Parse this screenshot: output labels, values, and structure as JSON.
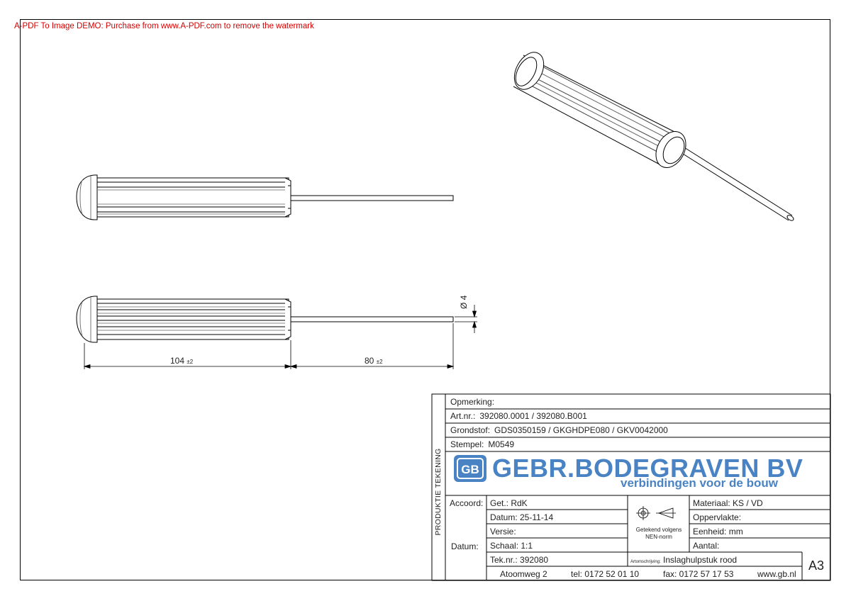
{
  "watermark": "A-PDF To Image DEMO: Purchase from www.A-PDF.com to remove the watermark",
  "dimensions": {
    "d1_value": "104",
    "d1_tol": "±2",
    "d2_value": "80",
    "d2_tol": "±2",
    "diameter": "Ø 4"
  },
  "title_block": {
    "vertical_label": "PRODUKTIE TEKENING",
    "opmerking": "Opmerking:",
    "artnr_label": "Art.nr.:",
    "artnr_value": "392080.0001 / 392080.B001",
    "grondstof_label": "Grondstof:",
    "grondstof_value": "GDS0350159 / GKGHDPE080 / GKV0042000",
    "stempel_label": "Stempel:",
    "stempel_value": "M0549",
    "logo_mark": "GB",
    "company_name": "GEBR.BODEGRAVEN BV",
    "company_tagline": "verbindingen voor de bouw",
    "accoord": "Accoord:",
    "datum_label": "Datum:",
    "get": "Get.: RdK",
    "datum": "Datum: 25-11-14",
    "versie": "Versie:",
    "schaal": "Schaal: 1:1",
    "teknr": "Tek.nr.: 392080",
    "norm_line1": "Getekend volgens",
    "norm_line2": "NEN-norm",
    "materiaal": "Materiaal: KS / VD",
    "oppervlakte": "Oppervlakte:",
    "eenheid": "Eenheid: mm",
    "aantal": "Aantal:",
    "artomschrijving_label": "Artomschrijving:",
    "artomschrijving_value": "Inslaghulpstuk rood",
    "sheet_size": "A3",
    "address": "Atoomweg 2",
    "tel": "tel: 0172 52 01 10",
    "fax": "fax: 0172 57 17 53",
    "web": "www.gb.nl"
  },
  "colors": {
    "logo_blue": "#4a83c4",
    "watermark_red": "#d40000"
  }
}
